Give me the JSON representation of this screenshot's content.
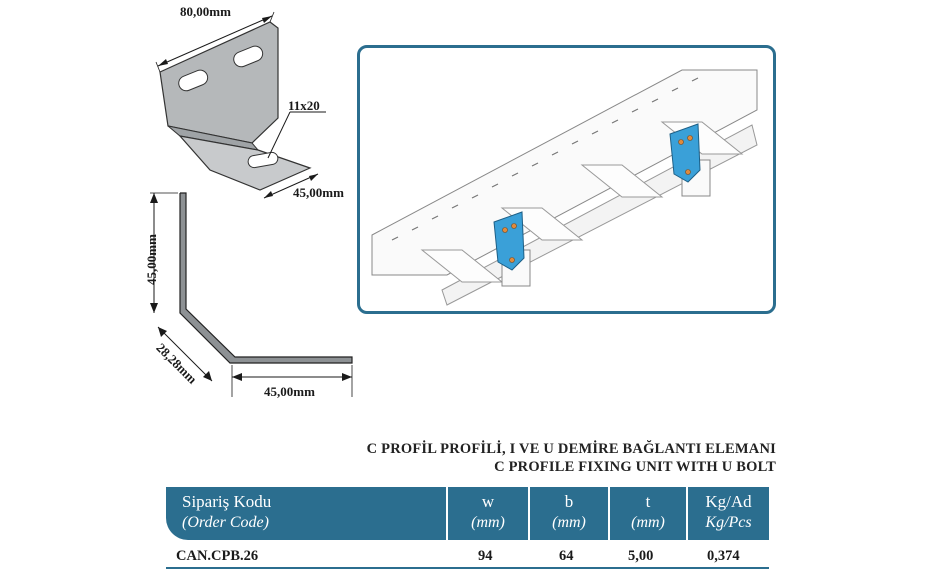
{
  "drawing": {
    "dim_top_width": "80,00mm",
    "dim_slot": "11x20",
    "dim_base_length": "45,00mm",
    "dim_vertical": "45,00mm",
    "dim_diagonal": "28,28mm",
    "dim_horizontal": "45,00mm"
  },
  "product": {
    "title_tr": "C PROFİL PROFİLİ, I VE U DEMİRE BAĞLANTI ELEMANI",
    "title_en": "C PROFILE FIXING UNIT WITH U BOLT"
  },
  "table": {
    "headers": [
      {
        "l1": "Sipariş Kodu",
        "l2": "(Order Code)"
      },
      {
        "l1": "w",
        "l2": "(mm)"
      },
      {
        "l1": "b",
        "l2": "(mm)"
      },
      {
        "l1": "t",
        "l2": "(mm)"
      },
      {
        "l1": "Kg/Ad",
        "l2": "Kg/Pcs"
      }
    ],
    "rows": [
      {
        "code": "CAN.CPB.26",
        "w": "94",
        "b": "64",
        "t": "5,00",
        "kg": "0,374"
      }
    ]
  },
  "colors": {
    "accent": "#2b6e8f",
    "highlight_bracket": "#3aa0d8",
    "metal": "#b9bcbe"
  }
}
